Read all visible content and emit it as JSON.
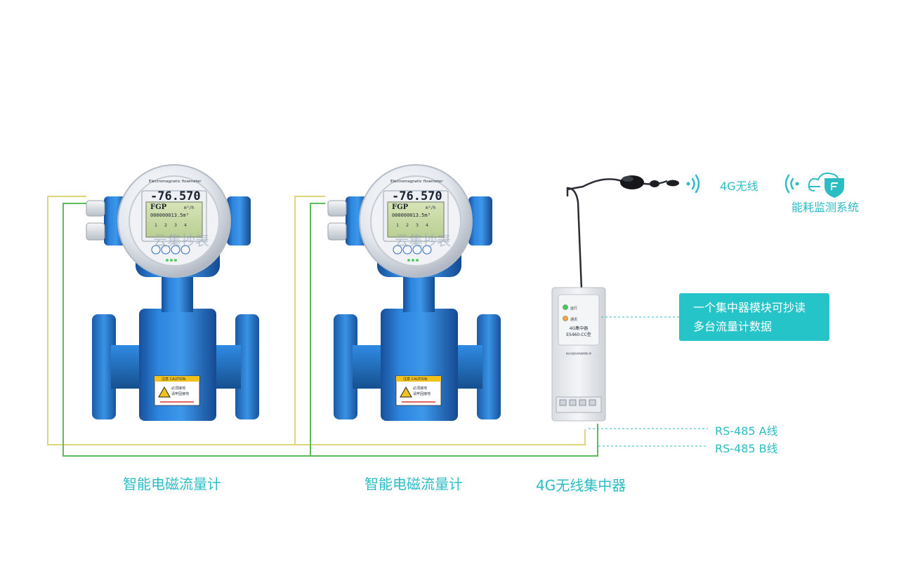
{
  "meter_label_1": "智能电磁流量计",
  "meter_label_2": "智能电磁流量计",
  "concentrator_label": "4G无线集中器",
  "wireless_label": "4G无线",
  "system_label": "能耗监测系统",
  "callout": {
    "line1": "一个集中器模块可抄读",
    "line2": "多台流量计数据"
  },
  "rs485_a": "RS-485  A线",
  "rs485_b": "RS-485  B线",
  "meter_display": {
    "brand": "Electromagnetic  flowmeter",
    "flow_value": "-76.570",
    "code": "FGP",
    "unit": "m³/h",
    "total": "000000013.5m³",
    "buttons": [
      "1",
      "2",
      "3",
      "4"
    ]
  },
  "caution": {
    "title": "注意 CAUTION",
    "line1": "必须接地",
    "line2": "请牢固接地"
  },
  "concentrator_device": {
    "led_run": "运行",
    "led_comm": "通讯",
    "name": "4G集中器",
    "model": "ES460-CC型",
    "maker": "杭州云集抄表科技有限公司"
  },
  "watermark": "云集抄表",
  "colors": {
    "accent": "#2bbcc4",
    "meter_blue": "#1f6fc4",
    "wire_yellow": "#dcd77a",
    "wire_green": "#5cbb5b"
  }
}
